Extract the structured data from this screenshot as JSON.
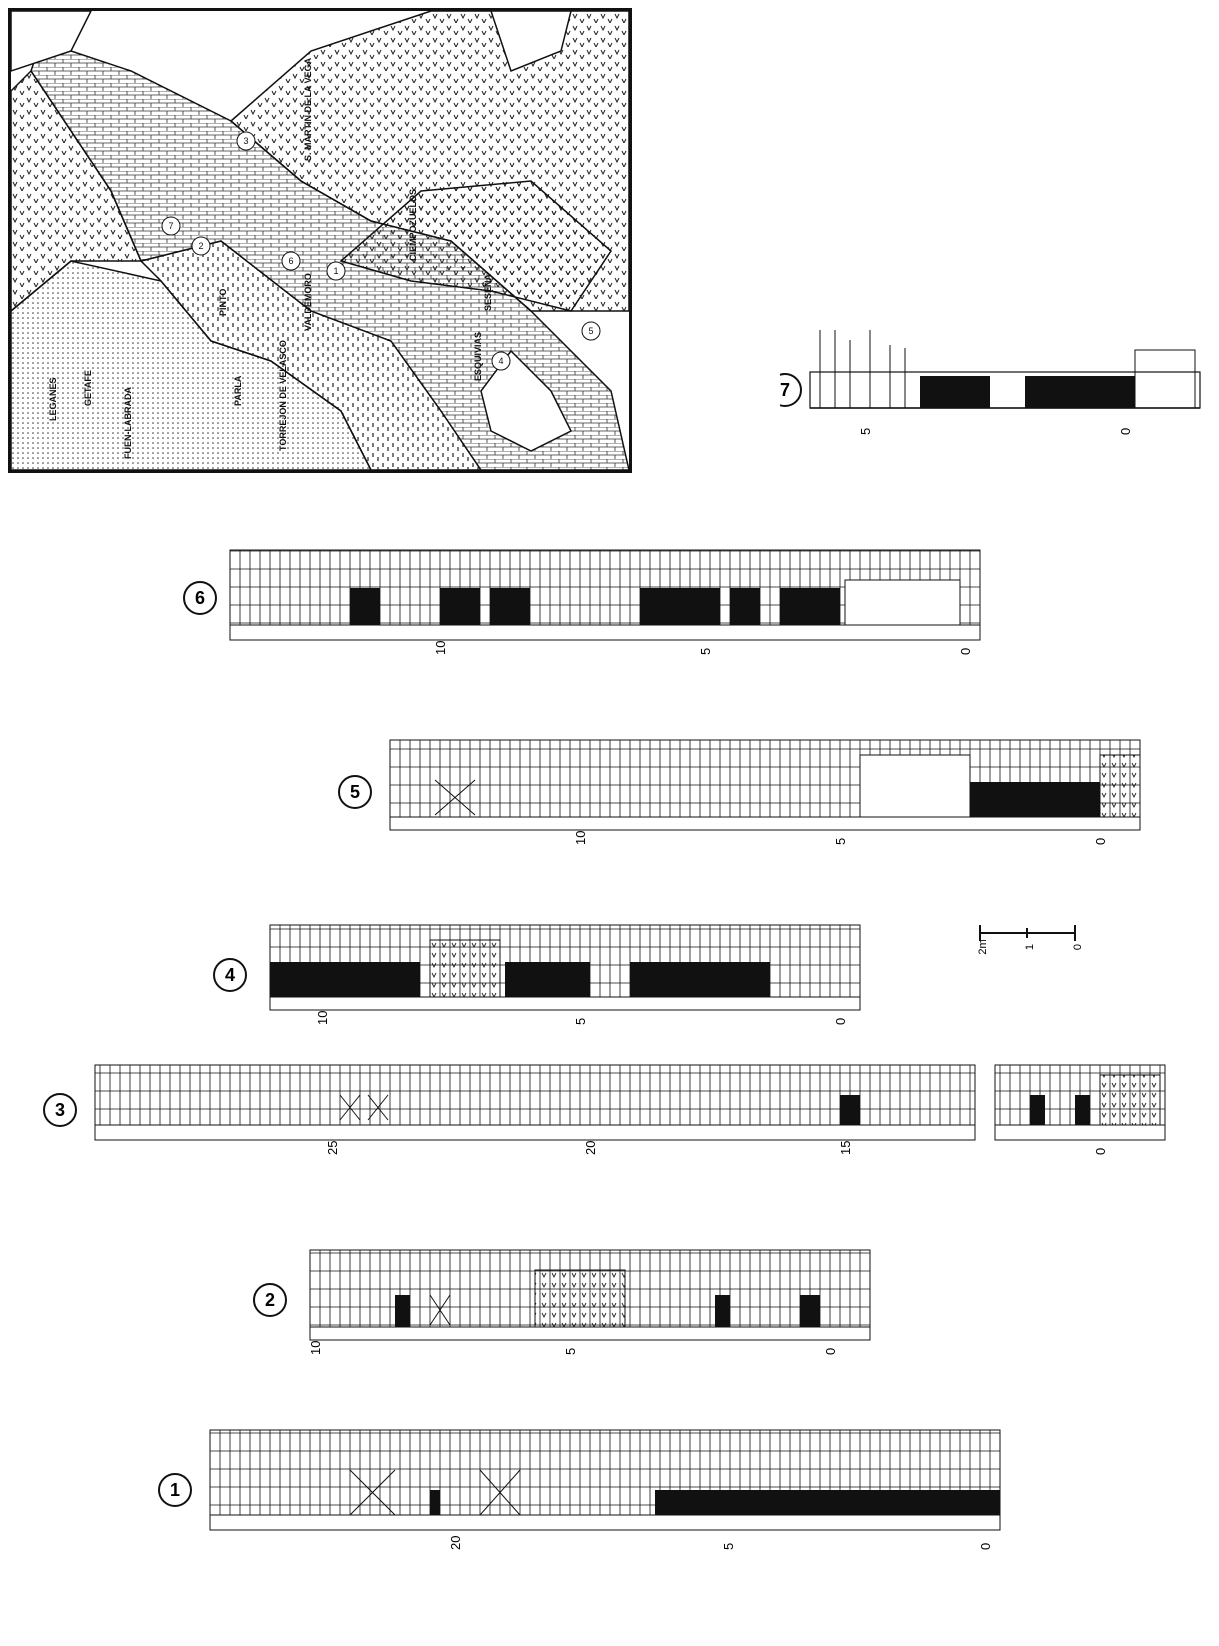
{
  "map": {
    "place_labels": [
      "LEGANES",
      "GETAFE",
      "FUEN-LABRADA",
      "PARLA",
      "PINTO",
      "TORREJON DE VELASCO",
      "S. MARTIN DE LA VEGA",
      "CIEMPOZUELOS",
      "SESEÑA",
      "VALDEMORO",
      "ESQUIVIAS"
    ],
    "site_markers": [
      "1",
      "2",
      "3",
      "4",
      "5",
      "6",
      "7"
    ]
  },
  "scale_bar": {
    "labels": [
      "2m",
      "1",
      "0"
    ]
  },
  "sections": [
    {
      "id": "1",
      "ticks": [
        "0",
        "5",
        "20"
      ]
    },
    {
      "id": "2",
      "ticks": [
        "0",
        "5",
        "10"
      ]
    },
    {
      "id": "3",
      "ticks": [
        "0",
        "15",
        "20",
        "25"
      ]
    },
    {
      "id": "4",
      "ticks": [
        "0",
        "5",
        "10"
      ]
    },
    {
      "id": "5",
      "ticks": [
        "0",
        "5",
        "10"
      ]
    },
    {
      "id": "6",
      "ticks": [
        "0",
        "5",
        "10"
      ]
    },
    {
      "id": "7",
      "ticks": [
        "0",
        "5"
      ]
    }
  ]
}
